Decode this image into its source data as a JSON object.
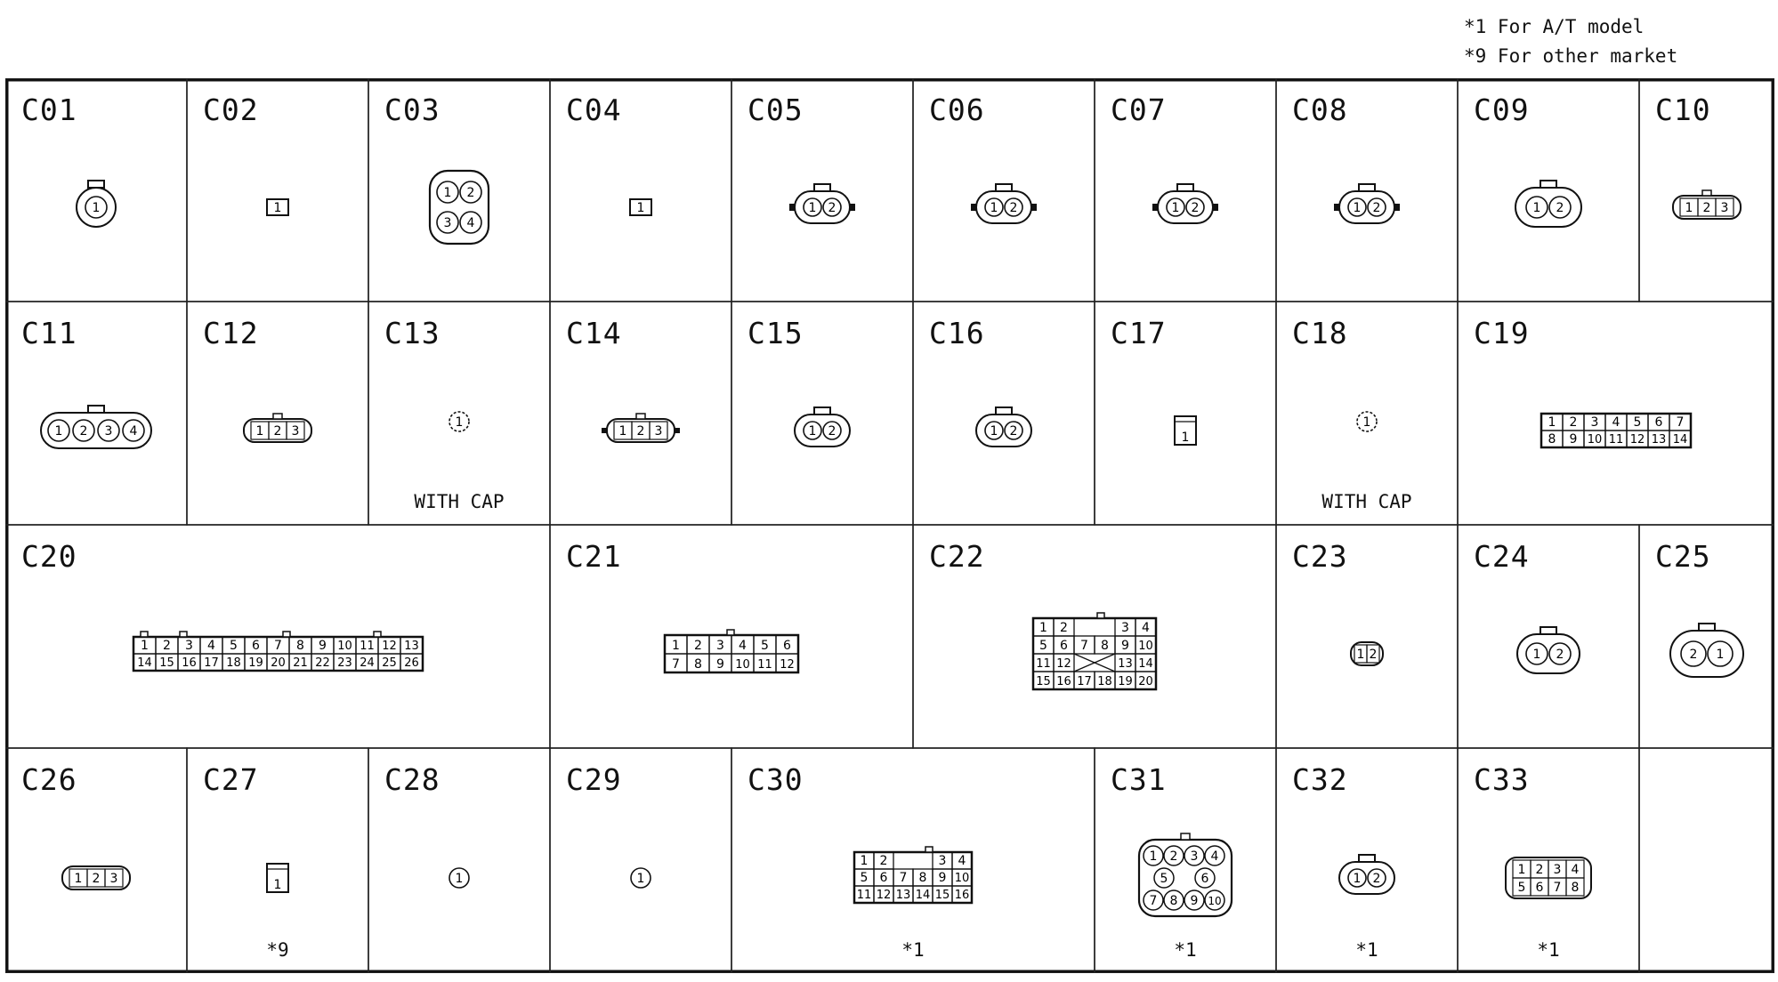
{
  "notes": [
    "*1 For A/T model",
    "*9 For other market"
  ],
  "connectors": [
    {
      "id": "C01",
      "pins": [
        "1"
      ]
    },
    {
      "id": "C02",
      "pins": [
        "1"
      ]
    },
    {
      "id": "C03",
      "pins": [
        "1",
        "2",
        "3",
        "4"
      ]
    },
    {
      "id": "C04",
      "pins": [
        "1"
      ]
    },
    {
      "id": "C05",
      "pins": [
        "1",
        "2"
      ]
    },
    {
      "id": "C06",
      "pins": [
        "1",
        "2"
      ]
    },
    {
      "id": "C07",
      "pins": [
        "1",
        "2"
      ]
    },
    {
      "id": "C08",
      "pins": [
        "1",
        "2"
      ]
    },
    {
      "id": "C09",
      "pins": [
        "1",
        "2"
      ]
    },
    {
      "id": "C10",
      "pins": [
        "1",
        "2",
        "3"
      ]
    },
    {
      "id": "C11",
      "pins": [
        "1",
        "2",
        "3",
        "4"
      ]
    },
    {
      "id": "C12",
      "pins": [
        "1",
        "2",
        "3"
      ]
    },
    {
      "id": "C13",
      "pins": [
        "1"
      ],
      "note": "WITH CAP"
    },
    {
      "id": "C14",
      "pins": [
        "1",
        "2",
        "3"
      ]
    },
    {
      "id": "C15",
      "pins": [
        "1",
        "2"
      ]
    },
    {
      "id": "C16",
      "pins": [
        "1",
        "2"
      ]
    },
    {
      "id": "C17",
      "pins": [
        "1"
      ]
    },
    {
      "id": "C18",
      "pins": [
        "1"
      ],
      "note": "WITH CAP"
    },
    {
      "id": "C19",
      "rows": [
        [
          "1",
          "2",
          "3",
          "4",
          "5",
          "6",
          "7"
        ],
        [
          "8",
          "9",
          "10",
          "11",
          "12",
          "13",
          "14"
        ]
      ]
    },
    {
      "id": "C20",
      "rows": [
        [
          "1",
          "2",
          "3",
          "4",
          "5",
          "6",
          "7",
          "8",
          "9",
          "10",
          "11",
          "12",
          "13"
        ],
        [
          "14",
          "15",
          "16",
          "17",
          "18",
          "19",
          "20",
          "21",
          "22",
          "23",
          "24",
          "25",
          "26"
        ]
      ]
    },
    {
      "id": "C21",
      "rows": [
        [
          "1",
          "2",
          "3",
          "4",
          "5",
          "6"
        ],
        [
          "7",
          "8",
          "9",
          "10",
          "11",
          "12"
        ]
      ]
    },
    {
      "id": "C22",
      "rows": [
        [
          "1",
          "2",
          "",
          "",
          "3",
          "4"
        ],
        [
          "5",
          "6",
          "7",
          "8",
          "9",
          "10"
        ],
        [
          "11",
          "12",
          "",
          "",
          "13",
          "14"
        ],
        [
          "15",
          "16",
          "17",
          "18",
          "19",
          "20"
        ]
      ]
    },
    {
      "id": "C23",
      "pins": [
        "1",
        "2"
      ]
    },
    {
      "id": "C24",
      "pins": [
        "1",
        "2"
      ]
    },
    {
      "id": "C25",
      "pins": [
        "2",
        "1"
      ]
    },
    {
      "id": "C26",
      "pins": [
        "1",
        "2",
        "3"
      ]
    },
    {
      "id": "C27",
      "pins": [
        "1"
      ],
      "note": "*9"
    },
    {
      "id": "C28",
      "pins": [
        "1"
      ]
    },
    {
      "id": "C29",
      "pins": [
        "1"
      ]
    },
    {
      "id": "C30",
      "rows": [
        [
          "1",
          "2",
          "",
          "",
          "3",
          "4"
        ],
        [
          "5",
          "6",
          "7",
          "8",
          "9",
          "10"
        ],
        [
          "11",
          "12",
          "13",
          "14",
          "15",
          "16"
        ]
      ],
      "note": "*1"
    },
    {
      "id": "C31",
      "rows": [
        [
          "1",
          "2",
          "3",
          "4"
        ],
        [
          "5",
          "6"
        ],
        [
          "7",
          "8",
          "9",
          "10"
        ]
      ],
      "note": "*1"
    },
    {
      "id": "C32",
      "pins": [
        "1",
        "2"
      ],
      "note": "*1"
    },
    {
      "id": "C33",
      "rows": [
        [
          "1",
          "2",
          "3",
          "4"
        ],
        [
          "5",
          "6",
          "7",
          "8"
        ]
      ],
      "note": "*1"
    }
  ]
}
